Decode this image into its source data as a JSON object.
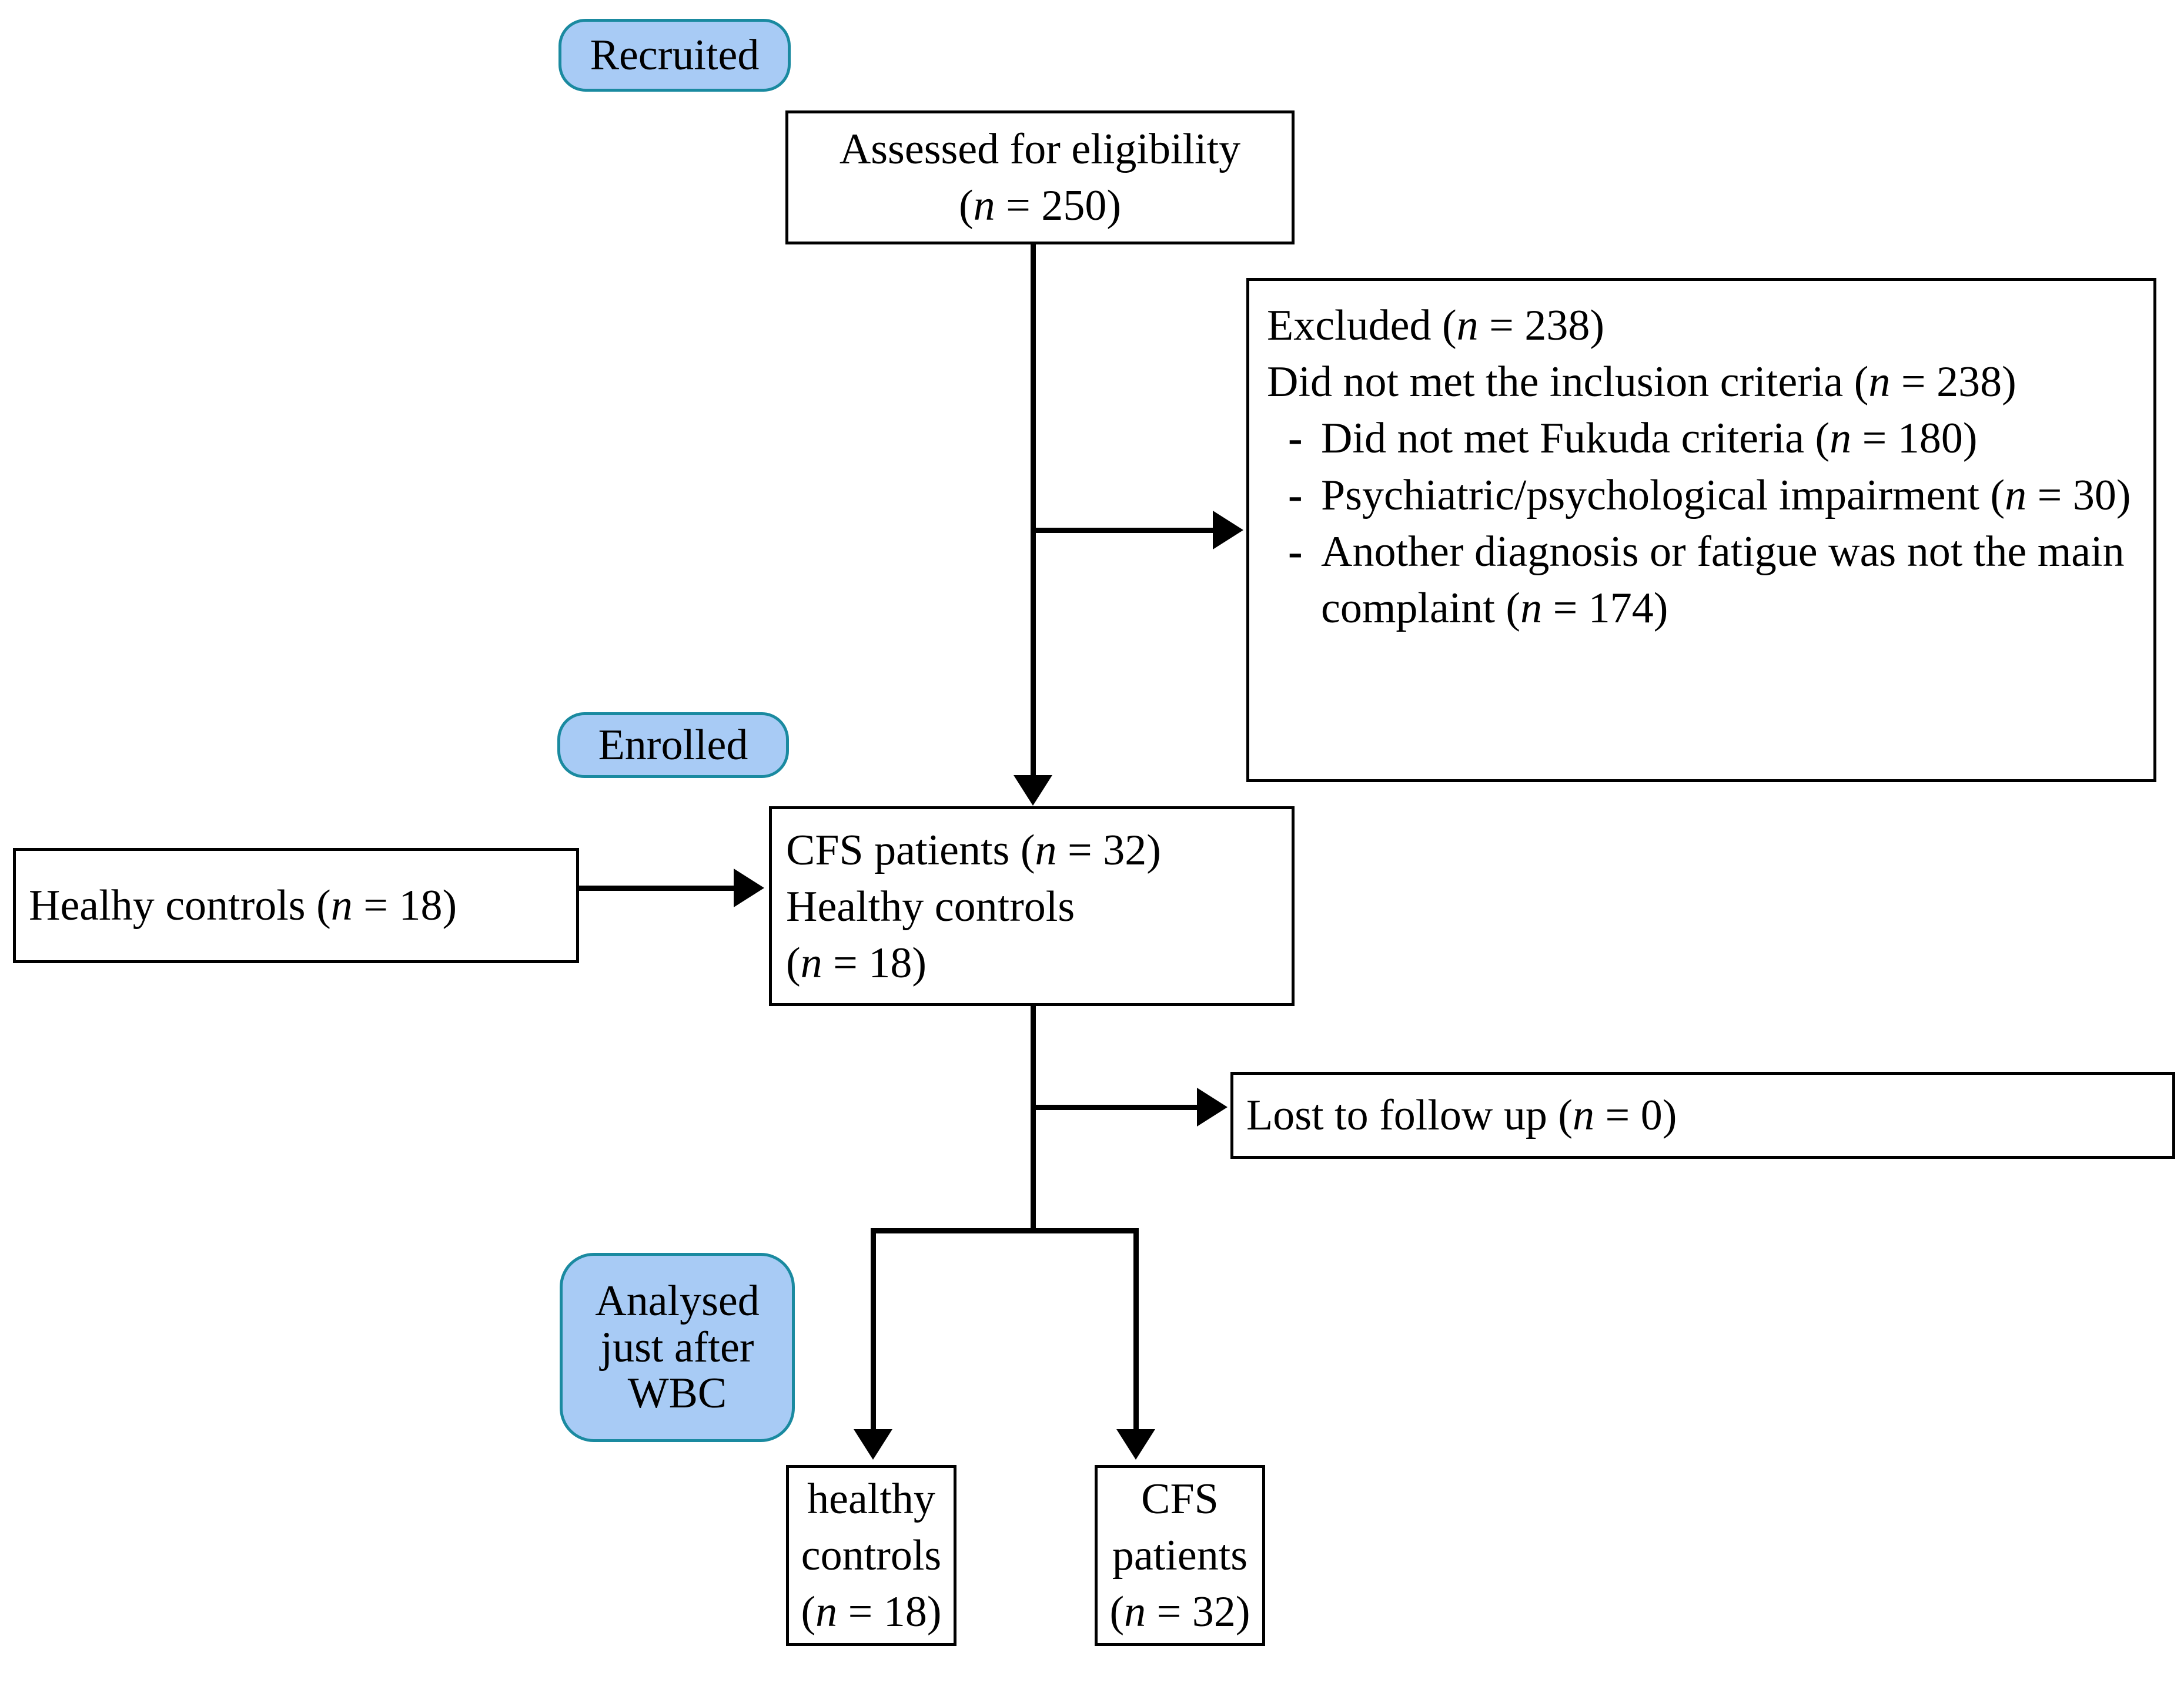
{
  "figure": {
    "type": "consort-flow-diagram",
    "title": "CONSORT participant flow diagram"
  },
  "stages": [
    {
      "key": "recruited",
      "label": "Recruited"
    },
    {
      "key": "enrolled",
      "label": "Enrolled"
    },
    {
      "key": "analysed",
      "label": "Analysed\njust after\nWBC"
    }
  ],
  "nodes": {
    "assessed": {
      "line1": "Assessed for eligibility",
      "line2_pre": "(",
      "line2_n": "n",
      "line2_post": " = 250)"
    },
    "excluded": {
      "header1_pre": "Excluded (",
      "header1_n": "n",
      "header1_post": " = 238)",
      "header2_pre": "Did not met the inclusion criteria (",
      "header2_n": "n",
      "header2_post": " = 238)",
      "bullet_marker": "-",
      "bullets": [
        {
          "pre": "Did not met Fukuda criteria (",
          "n": "n",
          "post": " = 180)"
        },
        {
          "pre": "Psychiatric/psychological impairment (",
          "n": "n",
          "post": " = 30)"
        },
        {
          "pre": "Another diagnosis or fatigue was not the main complaint (",
          "n": "n",
          "post": " = 174)"
        }
      ]
    },
    "healthy_in": {
      "pre": "Healhy controls (",
      "n": "n",
      "post": " = 18)"
    },
    "enrolled_group": {
      "line1_pre": "CFS patients (",
      "line1_n": "n",
      "line1_post": " = 32)",
      "line2": "Healthy controls",
      "line3_pre": "(",
      "line3_n": "n",
      "line3_post": " = 18)"
    },
    "lost": {
      "pre": "Lost to follow up (",
      "n": "n",
      "post": " = 0)"
    },
    "analysed_healthy": {
      "line1": "healthy",
      "line2": "controls",
      "line3_pre": "(",
      "line3_n": "n",
      "line3_post": " = 18)"
    },
    "analysed_cfs": {
      "line1": "CFS",
      "line2": "patients",
      "line3_pre": "(",
      "line3_n": "n",
      "line3_post": " = 32)"
    }
  },
  "counts": {
    "assessed_for_eligibility": 250,
    "excluded_total": 238,
    "did_not_meet_inclusion_criteria": 238,
    "did_not_meet_fukuda_criteria": 180,
    "psychiatric_psychological_impairment": 30,
    "another_diagnosis_or_fatigue_not_main_complaint": 174,
    "cfs_patients_enrolled": 32,
    "healthy_controls_enrolled": 18,
    "lost_to_follow_up": 0,
    "analysed_healthy_controls": 18,
    "analysed_cfs_patients": 32
  },
  "colors": {
    "badge_fill": "#A8CBF5",
    "badge_border": "#1A8AA0",
    "box_border": "#000000",
    "box_fill": "#FFFFFF",
    "connector": "#000000",
    "text": "#000000"
  }
}
